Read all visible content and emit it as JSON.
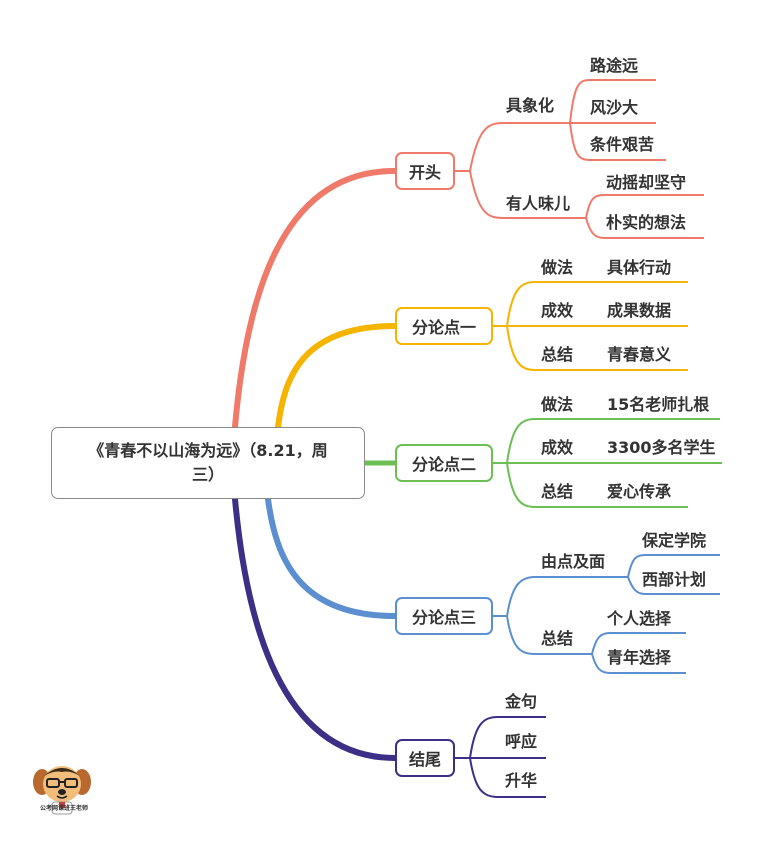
{
  "root": {
    "line1": "《青春不以山海为远》（8.21，周",
    "line2": "三）"
  },
  "colors": {
    "branch1": "#f07a6a",
    "branch2": "#f4b400",
    "branch3": "#6cbf55",
    "branch4": "#5b8fd0",
    "branch5": "#3b2f86"
  },
  "branches": {
    "b1": {
      "label": "开头",
      "sub1": {
        "label": "具象化",
        "leaves": [
          "路途远",
          "风沙大",
          "条件艰苦"
        ]
      },
      "sub2": {
        "label": "有人味儿",
        "leaves": [
          "动摇却坚守",
          "朴实的想法"
        ]
      }
    },
    "b2": {
      "label": "分论点一",
      "rows": [
        {
          "k": "做法",
          "v": "具体行动"
        },
        {
          "k": "成效",
          "v": "成果数据"
        },
        {
          "k": "总结",
          "v": "青春意义"
        }
      ]
    },
    "b3": {
      "label": "分论点二",
      "rows": [
        {
          "k": "做法",
          "v": "15名老师扎根"
        },
        {
          "k": "成效",
          "v": "3300多名学生"
        },
        {
          "k": "总结",
          "v": "爱心传承"
        }
      ]
    },
    "b4": {
      "label": "分论点三",
      "sub1": {
        "label": "由点及面",
        "leaves": [
          "保定学院",
          "西部计划"
        ]
      },
      "sub2": {
        "label": "总结",
        "leaves": [
          "个人选择",
          "青年选择"
        ]
      }
    },
    "b5": {
      "label": "结尾",
      "leaves": [
        "金句",
        "呼应",
        "升华"
      ]
    }
  },
  "watermark": "公考网课班王老师",
  "logo_icon": "cartoon-dog-teacher-icon"
}
